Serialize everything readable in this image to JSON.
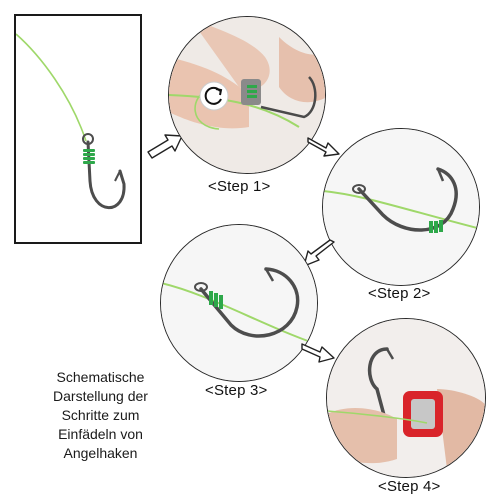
{
  "steps": [
    {
      "label": "<Step 1>"
    },
    {
      "label": "<Step 2>"
    },
    {
      "label": "<Step 3>"
    },
    {
      "label": "<Step 4>"
    }
  ],
  "caption": {
    "lines": [
      "Schematische",
      "Darstellung der",
      "Schritte zum",
      "Einfädeln von",
      "Angelhaken"
    ]
  },
  "colors": {
    "line_green": "#9fd86a",
    "wrap_green": "#2ea84a",
    "hook_metal": "#4a4a4a",
    "tool_red": "#d9242a"
  },
  "icons": [
    "rotate-arrow-icon",
    "outline-arrow-icon"
  ]
}
